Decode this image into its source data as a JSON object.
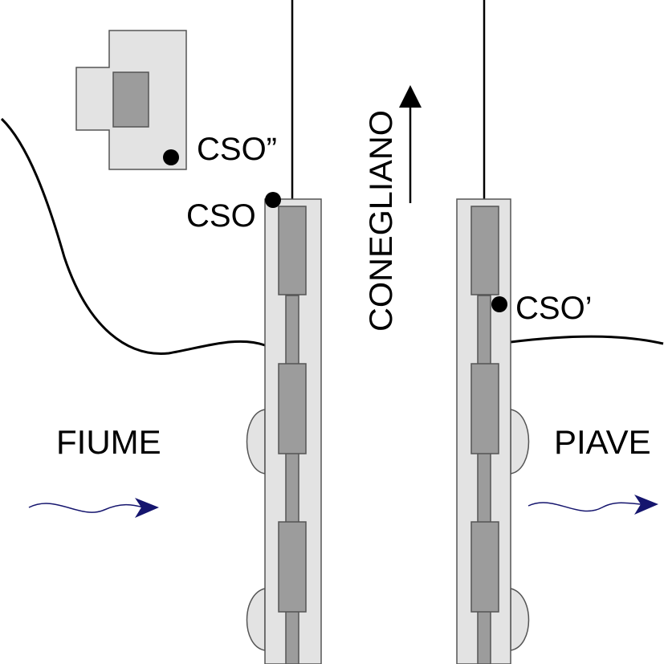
{
  "labels": {
    "cso_building": "CSO”",
    "cso_left_top": "CSO",
    "cso_right": "CSO’",
    "direction": "CONEGLIANO",
    "river_left": "FIUME",
    "river_right": "PIAVE"
  },
  "colors": {
    "structure_fill": "#e3e3e3",
    "segment_fill": "#9c9c9c",
    "outline": "#555555",
    "flow_arrow": "#15156e",
    "line": "#000000"
  }
}
